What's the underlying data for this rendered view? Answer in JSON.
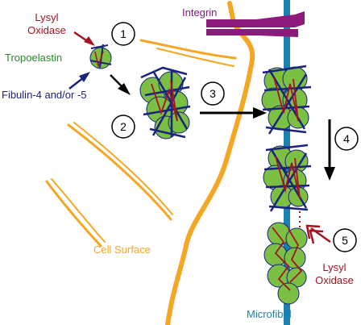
{
  "labels": {
    "lysyl_oxidase_top": [
      "Lysyl",
      "Oxidase"
    ],
    "tropoelastin": "Tropoelastin",
    "fibulin": "Fibulin-4 and/or -5",
    "integrin": "Integrin",
    "cell_surface": "Cell Surface",
    "microfibril": "Microfibril",
    "lysyl_oxidase_bottom": [
      "Lysyl",
      "Oxidase"
    ]
  },
  "steps": [
    "1",
    "2",
    "3",
    "4",
    "5"
  ],
  "colors": {
    "orange": "#f5a623",
    "microfibril": "#1b7fb0",
    "integrin": "#8b1a7a",
    "green": "#7cc043",
    "navy": "#1a237e",
    "crimson": "#a31420",
    "tropo_text": "#2d8a2d",
    "fibulin_text": "#1a237e",
    "integrin_text": "#8b1a7a",
    "cell_text": "#f5a623",
    "microfibril_text": "#1b7fb0"
  }
}
